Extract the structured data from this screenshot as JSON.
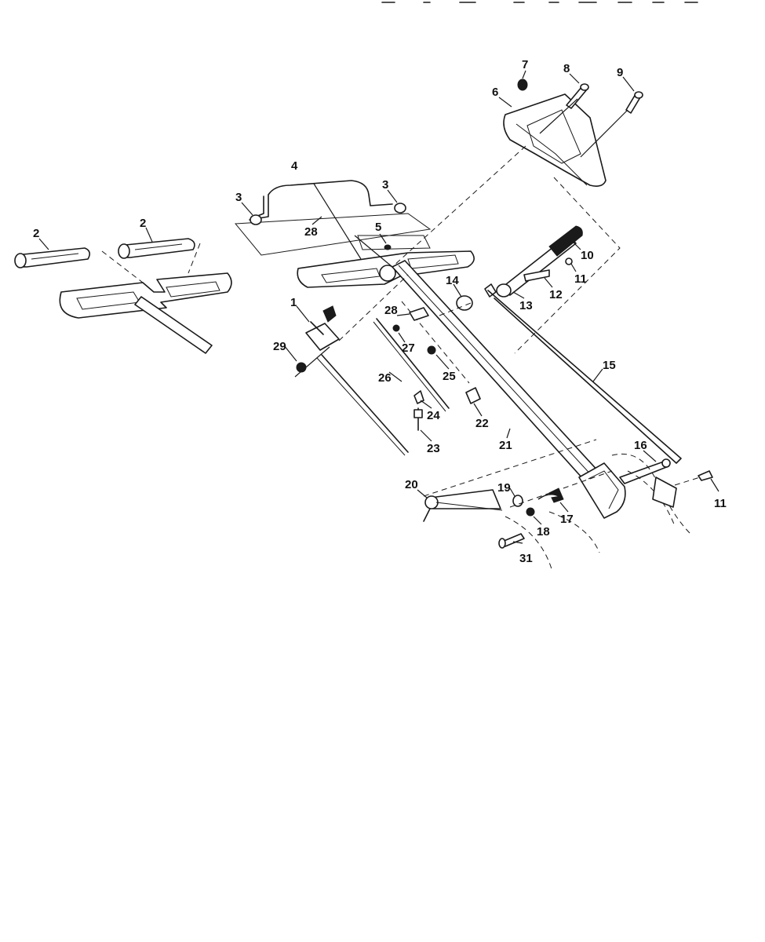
{
  "diagram": {
    "callouts": {
      "c1": "1",
      "c2a": "2",
      "c2b": "2",
      "c3a": "3",
      "c3b": "3",
      "c4": "4",
      "c5": "5",
      "c6": "6",
      "c7": "7",
      "c8": "8",
      "c9": "9",
      "c10": "10",
      "c11a": "11",
      "c11b": "11",
      "c12": "12",
      "c13": "13",
      "c14": "14",
      "c15": "15",
      "c16": "16",
      "c17": "17",
      "c18": "18",
      "c19": "19",
      "c20": "20",
      "c21": "21",
      "c22": "22",
      "c23": "23",
      "c24": "24",
      "c25": "25",
      "c26": "26",
      "c27": "27",
      "c28a": "28",
      "c28b": "28",
      "c29": "29",
      "c31": "31"
    }
  }
}
